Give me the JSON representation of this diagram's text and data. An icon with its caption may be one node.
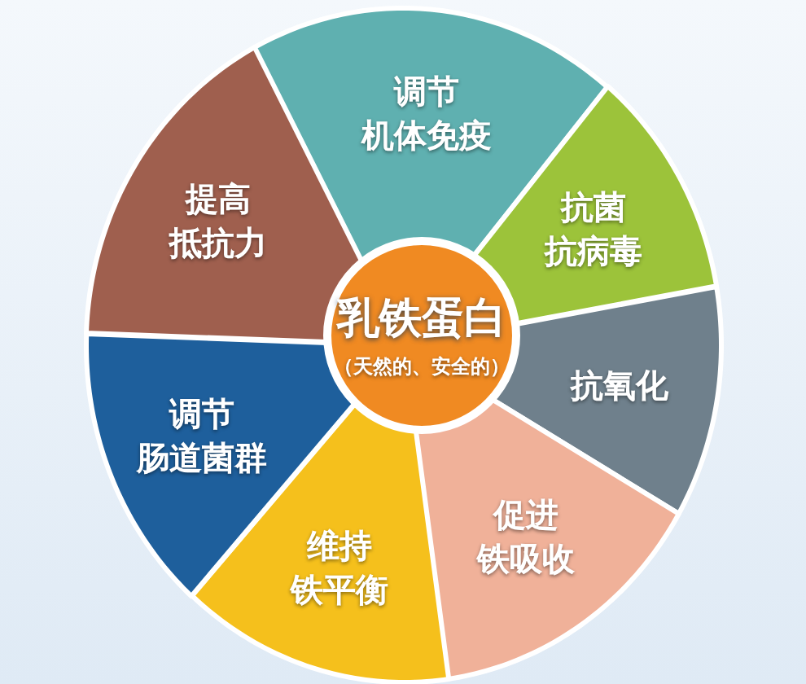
{
  "diagram": {
    "nodes": [
      {
        "text": [
          "乳铁蛋白",
          "（天然的、安全的）"
        ]
      },
      {
        "text": [
          "调节机体免疫"
        ]
      },
      {
        "text": [
          "抗菌抗病毒"
        ]
      },
      {
        "text": [
          "抗氧化"
        ]
      },
      {
        "text": [
          "促进铁吸收"
        ]
      },
      {
        "text": [
          "维持铁平衡"
        ]
      },
      {
        "text": [
          "调节肠道菌群"
        ]
      },
      {
        "text": [
          "提高抵抗力"
        ]
      }
    ]
  }
}
